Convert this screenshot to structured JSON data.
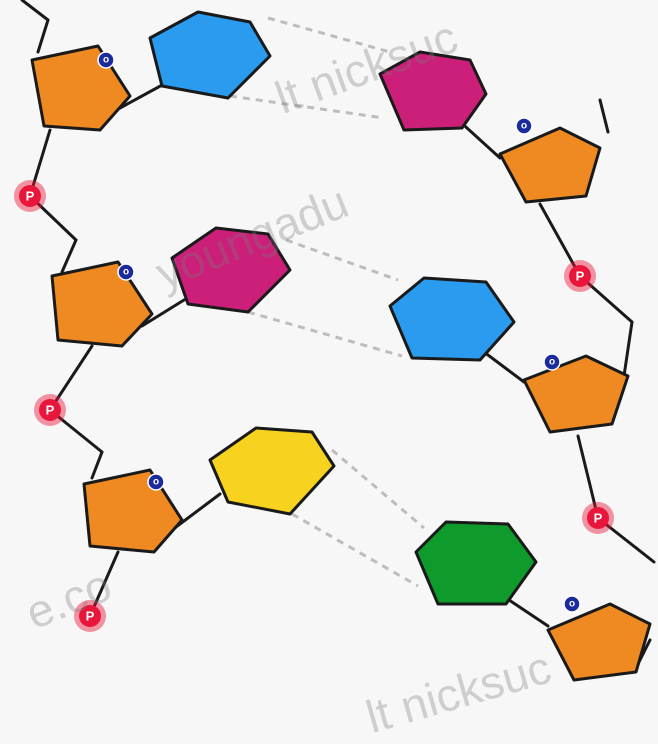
{
  "diagram": {
    "labels": {
      "phosphate": "P",
      "oxygen": "o"
    },
    "watermark": [
      "youngadu",
      "lt nicksuc",
      "e.co",
      "lt nicksuc"
    ],
    "colors": {
      "sugar": "#ef8a22",
      "phosphate": "#e8163a",
      "oxygen": "#1b2a9c",
      "base_blue": "#2a9bef",
      "base_magenta": "#cc1f7a",
      "base_yellow": "#f7d31f",
      "base_green": "#0f9a2c",
      "outline": "#1a1a1a",
      "hbond": "#bdbdbd"
    },
    "left_strand": [
      {
        "base_color": "#2a9bef",
        "partner_color": "#cc1f7a"
      },
      {
        "base_color": "#cc1f7a",
        "partner_color": "#2a9bef"
      },
      {
        "base_color": "#f7d31f",
        "partner_color": "#0f9a2c"
      }
    ]
  }
}
